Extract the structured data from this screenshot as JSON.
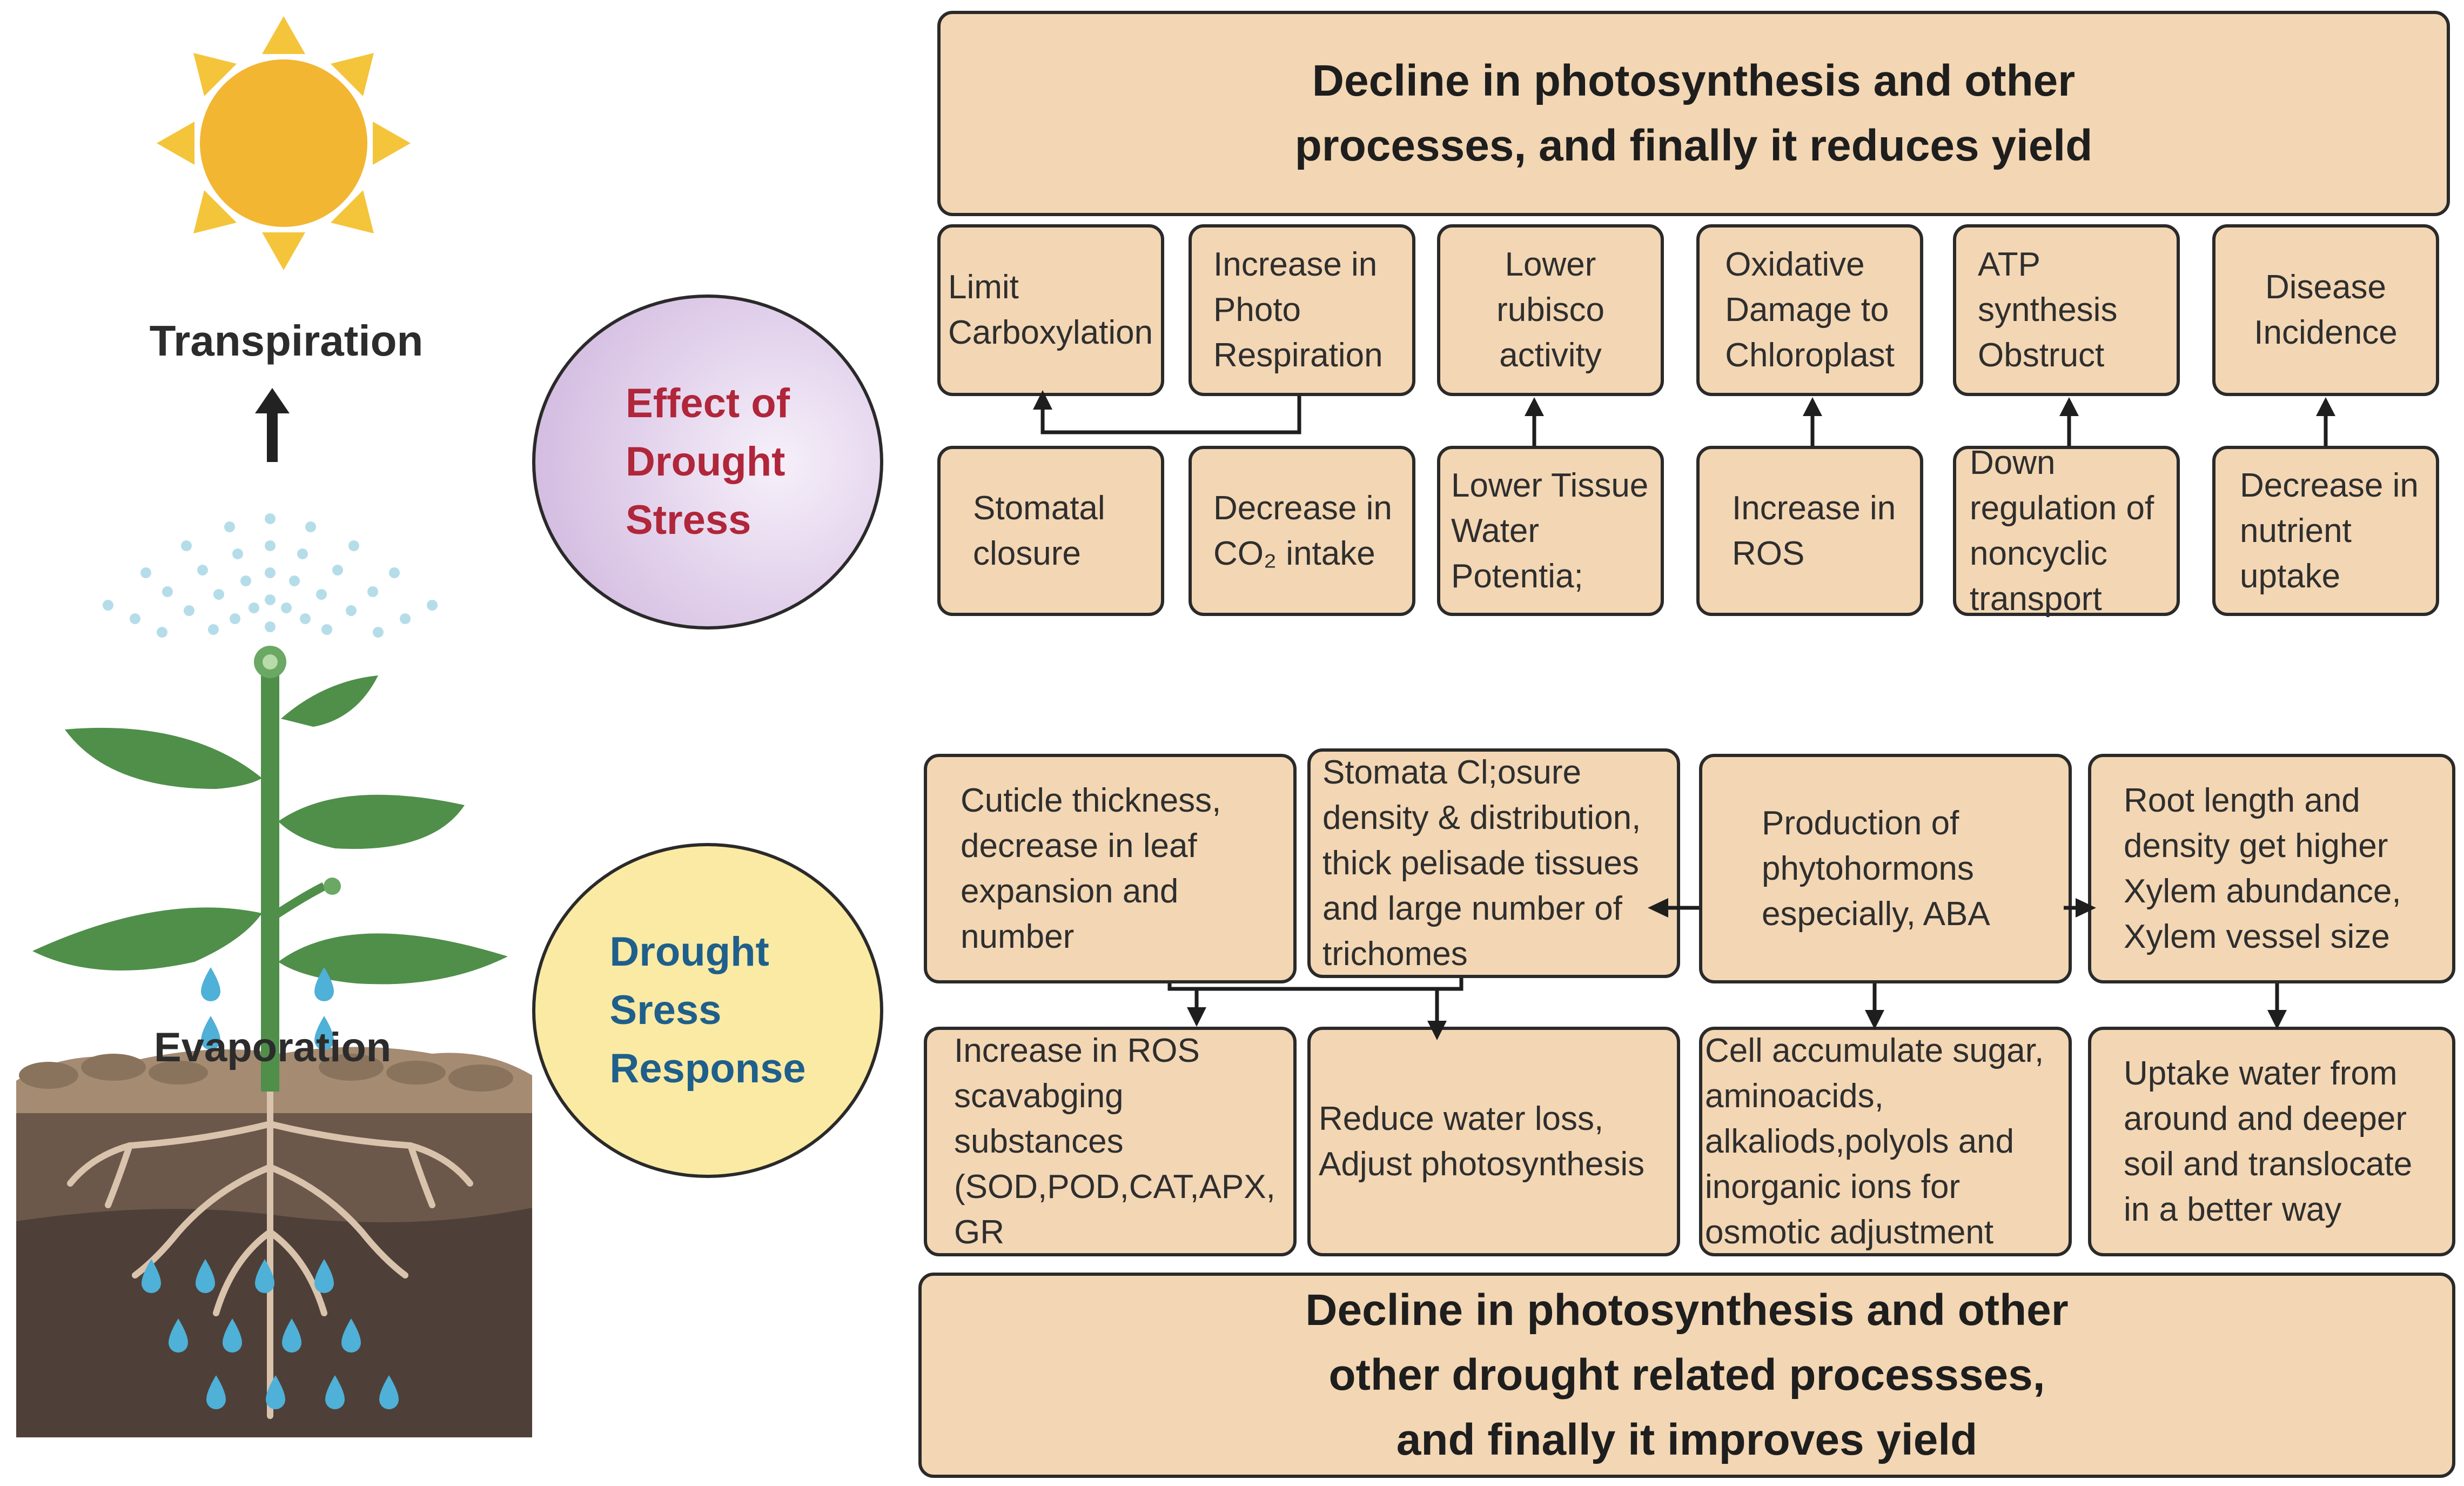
{
  "left": {
    "transpiration": "Transpiration",
    "evaporation": "Evaporation"
  },
  "effect": {
    "circle_label": "Effect of\nDrought\nStress",
    "top_box": "Decline in photosynthesis and other\nprocesses, and finally it reduces yield",
    "upper_row": [
      "Limit\nCarboxylation",
      "Increase in\nPhoto\nRespiration",
      "Lower\nrubisco\nactivity",
      "Oxidative\nDamage to\nChloroplast",
      "ATP\nsynthesis\nObstruct",
      "Disease\nIncidence"
    ],
    "lower_row": [
      "Stomatal\nclosure",
      "Decrease in\nCO₂ intake",
      "Lower Tissue\nWater\nPotentia;",
      "Increase in\nROS",
      "Down\nregulation of\nnoncyclic\ntransport",
      "Decrease in\nnutrient\nuptake"
    ]
  },
  "response": {
    "circle_label": "Drought\nSress\nResponse",
    "upper_row": [
      "Cuticle thickness,\ndecrease in leaf\nexpansion and\nnumber",
      "Stomata Cl;osure\ndensity & distribution,\nthick pelisade tissues\nand large number of\ntrichomes",
      "Production of\nphytohormons\nespecially, ABA",
      "Root length and\ndensity get higher\nXylem abundance,\nXylem vessel size"
    ],
    "lower_row": [
      "Increase in ROS\nscavabging\nsubstances\n(SOD,POD,CAT,APX,\nGR",
      "Reduce water loss,\nAdjust photosynthesis",
      "Cell accumulate sugar,\naminoacids,\nalkaliods,polyols and\ninorganic ions for\nosmotic adjustment",
      "Uptake water from\naround and deeper\nsoil and translocate\nin a better way"
    ],
    "bottom_box": "Decline in photosynthesis and other\nother drought related processses,\nand finally it improves yield"
  },
  "colors": {
    "box_fill": "#f3d6b3",
    "effect_text": "#b0263a",
    "response_text": "#1f5f8b",
    "sun": "#f2b632",
    "leaf": "#4f8f4a",
    "water": "#4fb0d8"
  }
}
